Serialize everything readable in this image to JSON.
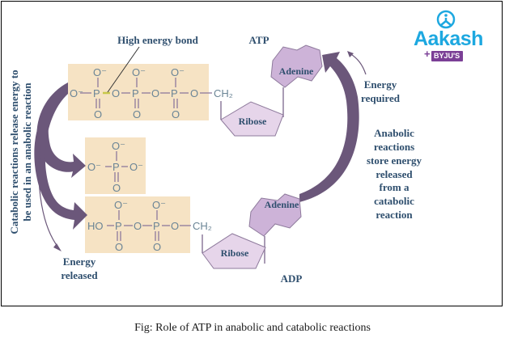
{
  "labels": {
    "high_energy_bond": "High energy bond",
    "atp": "ATP",
    "adp": "ADP",
    "adenine_atp": "Adenine",
    "ribose_atp": "Ribose",
    "adenine_adp": "Adenine",
    "ribose_adp": "Ribose",
    "energy_required": [
      "Energy",
      "required"
    ],
    "energy_released": [
      "Energy",
      "released"
    ],
    "anabolic_note": [
      "Anabolic",
      "reactions",
      "store energy",
      "released",
      "from a",
      "catabolic",
      "reaction"
    ],
    "catabolic_note": [
      "Catabolic reactions release energy to",
      "be used in an anabolic reaction"
    ]
  },
  "chem": {
    "o_minus": "O⁻",
    "p": "P",
    "o": "O",
    "ho": "HO",
    "ch2": "CH₂"
  },
  "caption": "Fig: Role of ATP in anabolic and catabolic reactions",
  "logo": {
    "brand": "Aakash",
    "badge": "BYJU'S",
    "plus": "+"
  },
  "colors": {
    "label_text": "#2f4f6e",
    "phosphate_box": "#f6e3c4",
    "hexagon_fill": "#cdb3d8",
    "ribose_fill": "#e6d5ea",
    "arrow": "#6b577a",
    "chem_text": "#6b8596",
    "brand_blue": "#1da8e0",
    "brand_purple": "#7b3f96"
  }
}
